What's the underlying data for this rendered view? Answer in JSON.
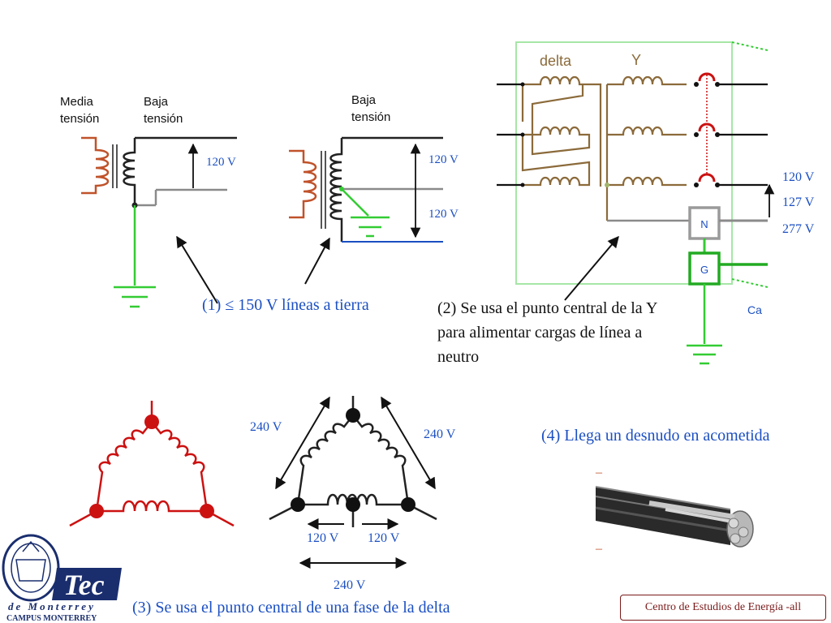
{
  "labels": {
    "media_tension": [
      "Media",
      "tensión"
    ],
    "baja_tension_1": [
      "Baja",
      "tensión"
    ],
    "baja_tension_2": [
      "Baja",
      "tensión"
    ],
    "v120_a": "120 V",
    "v120_b": "120 V",
    "v120_c": "120 V",
    "delta": "delta",
    "y": "Y",
    "n_box": "N",
    "g_box": "G",
    "ca": "Ca",
    "v120_right": "120 V",
    "v127_right": "127 V",
    "v277_right": "277 V",
    "v240_left": "240 V",
    "v240_right": "240 V",
    "v120_bottom_left": "120 V",
    "v120_bottom_right": "120 V",
    "v240_bottom": "240 V",
    "dash_top": "–",
    "dash_bottom": "–"
  },
  "captions": {
    "c1": "(1) ≤ 150 V líneas a tierra",
    "c2": [
      "(2) Se usa el punto central de la Y",
      "para alimentar cargas de línea a",
      "neutro"
    ],
    "c3": "(3) Se usa el punto central de una fase de la delta",
    "c4": "(4) Llega un desnudo en acometida"
  },
  "logo": {
    "brand": "Tec",
    "subtitle": "de Monterrey",
    "campus": "CAMPUS MONTERREY"
  },
  "footer": "Centro de Estudios de Energía -all",
  "colors": {
    "primary_coil": "#c0522a",
    "secondary_coil": "#222222",
    "ground": "#33cc33",
    "neutral": "#8a8a8a",
    "delta_frame": "#8b6a3a",
    "red_delta": "#cc1111",
    "blue_line": "#1b4fc2",
    "footer": "#7a1a1a",
    "logo": "#1a2e6e"
  }
}
